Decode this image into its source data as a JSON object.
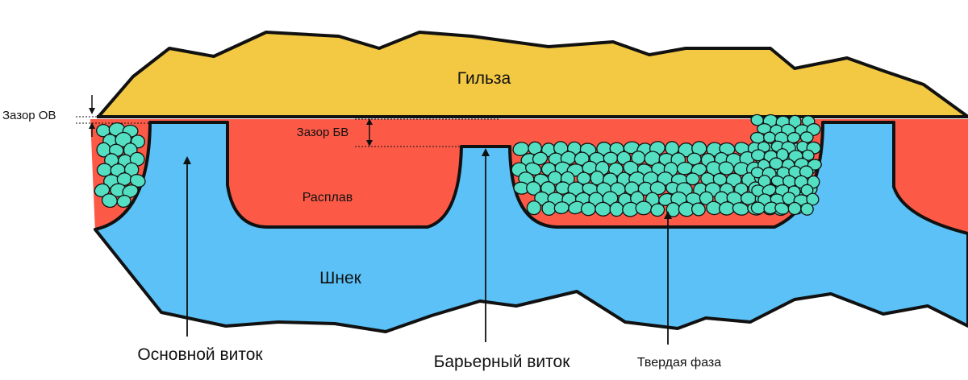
{
  "labels": {
    "barrel": "Гильза",
    "screw": "Шнек",
    "melt": "Расплав",
    "gap_main": "Зазор ОВ",
    "gap_barrier": "Зазор БВ",
    "main_flight": "Основной виток",
    "barrier_flight": "Барьерный виток",
    "solid_phase": "Твердая фаза"
  },
  "colors": {
    "barrel": "#f3c944",
    "melt": "#fc5a47",
    "screw": "#5bc1f7",
    "pellet": "#55dfc2",
    "outline": "#111111"
  }
}
